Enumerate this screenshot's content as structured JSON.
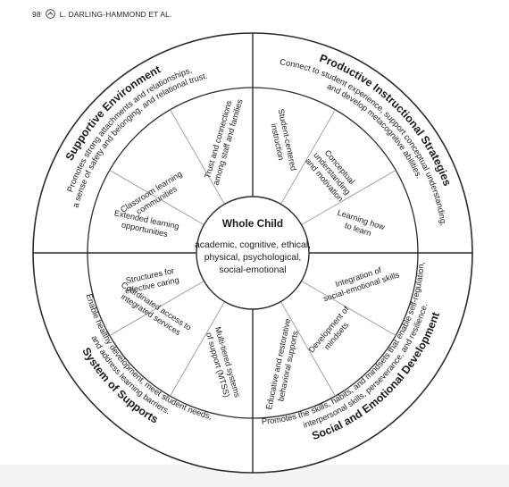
{
  "header": {
    "page_number": "98",
    "running_head": "L. DARLING-HAMMOND ET AL.",
    "logo_icon": "journal-logo-icon"
  },
  "center": {
    "title": "Whole Child",
    "lines": [
      "academic, cognitive, ethical,",
      "physical, psychological,",
      "social-emotional"
    ]
  },
  "quadrants": [
    {
      "id": "supportive-environment",
      "title": "Supportive Environment",
      "description_lines": [
        "Promotes strong attachments and relationships,",
        "a sense of safety and belonging, and relational trust."
      ]
    },
    {
      "id": "productive-instructional-strategies",
      "title": "Productive Instructional Strategies",
      "description_lines": [
        "Connect to student experience, support conceptual understanding,",
        "and develop metacognitive abilities."
      ]
    },
    {
      "id": "social-and-emotional-development",
      "title": "Social and Emotional Development",
      "description_lines": [
        "Promotes the skills, habits, and mindsets that enable self-regulation,",
        "interpersonal skills, perseverance, and resilience."
      ]
    },
    {
      "id": "system-of-supports",
      "title": "System of Supports",
      "description_lines": [
        "Enable healthy development, meet student needs,",
        "and address learning barriers."
      ]
    }
  ],
  "segments": [
    {
      "id": "trust-and-connections",
      "lines": [
        "Trust and connections",
        "among staff and families"
      ]
    },
    {
      "id": "classroom-learning-communities",
      "lines": [
        "Classroom learning",
        "communities"
      ]
    },
    {
      "id": "structures-for-effective-caring",
      "lines": [
        "Structures for",
        "effective caring"
      ]
    },
    {
      "id": "student-centered-instruction",
      "lines": [
        "Student-centered",
        "instruction"
      ]
    },
    {
      "id": "conceptual-understanding-and-motivation",
      "lines": [
        "Conceptual",
        "understanding",
        "and motivation"
      ]
    },
    {
      "id": "learning-how-to-learn",
      "lines": [
        "Learning how",
        "to learn"
      ]
    },
    {
      "id": "integration-of-social-emotional-skills",
      "lines": [
        "Integration of",
        "social-emotional skills"
      ]
    },
    {
      "id": "development-of-mindsets",
      "lines": [
        "Development of",
        "mindsets"
      ]
    },
    {
      "id": "educative-and-restorative-behavioral-supports",
      "lines": [
        "Educative and restorative",
        "behavioral supports"
      ]
    },
    {
      "id": "extended-learning-opportunities",
      "lines": [
        "Extended learning",
        "opportunities"
      ]
    },
    {
      "id": "coordinated-access-to-integrated-services",
      "lines": [
        "Coordinated access to",
        "integrated services"
      ]
    },
    {
      "id": "multi-tiered-systems-of-support",
      "lines": [
        "Multi-tiered systems",
        "of support (MTSS)"
      ]
    }
  ],
  "colors": {
    "ring_stroke": "#2a2a2a",
    "divider_stroke": "#9a9a9a",
    "text": "#1a1a1a"
  }
}
